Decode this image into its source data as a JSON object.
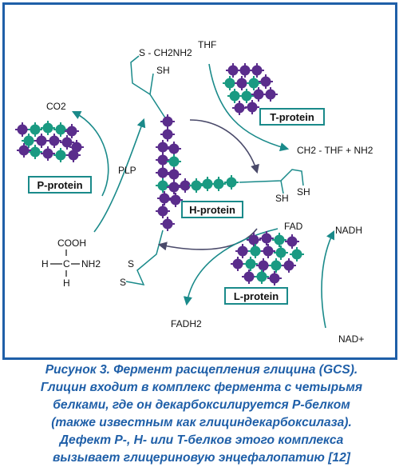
{
  "labels": {
    "s_ch2nh2": "S - CH2NH2",
    "sh_top": "SH",
    "thf": "THF",
    "co2": "CO2",
    "plp": "PLP",
    "ch2_thf_nh2": "CH2 - THF + NH2",
    "sh_right1": "SH",
    "sh_right2": "SH",
    "cooh": "COOH",
    "h_left": "H",
    "nh2": "NH2",
    "h_bottom": "H",
    "s1": "S",
    "s2": "S",
    "fad": "FAD",
    "nadh": "NADH",
    "fadh2": "FADH2",
    "nad_plus": "NAD+"
  },
  "proteins": {
    "t": "T-protein",
    "p": "P-protein",
    "h": "H-protein",
    "l": "L-protein"
  },
  "caption": [
    "Рисунок 3. Фермент расщепления глицина (GCS).",
    "Глицин входит в комплекс фермента с четырьмя",
    "белками, где он декарбоксилируется P-белком",
    "(также известным как глициндекарбоксилаза).",
    "Дефект P-, H- или T-белков этого комплекса",
    "вызывает глицериновую энцефалопатию [12]"
  ],
  "colors": {
    "frame": "#1f5fa8",
    "caption": "#1f5fa8",
    "purple_subunit": "#5a2d8c",
    "teal_subunit": "#1a9a82",
    "arrow": "#1a8a8a"
  }
}
